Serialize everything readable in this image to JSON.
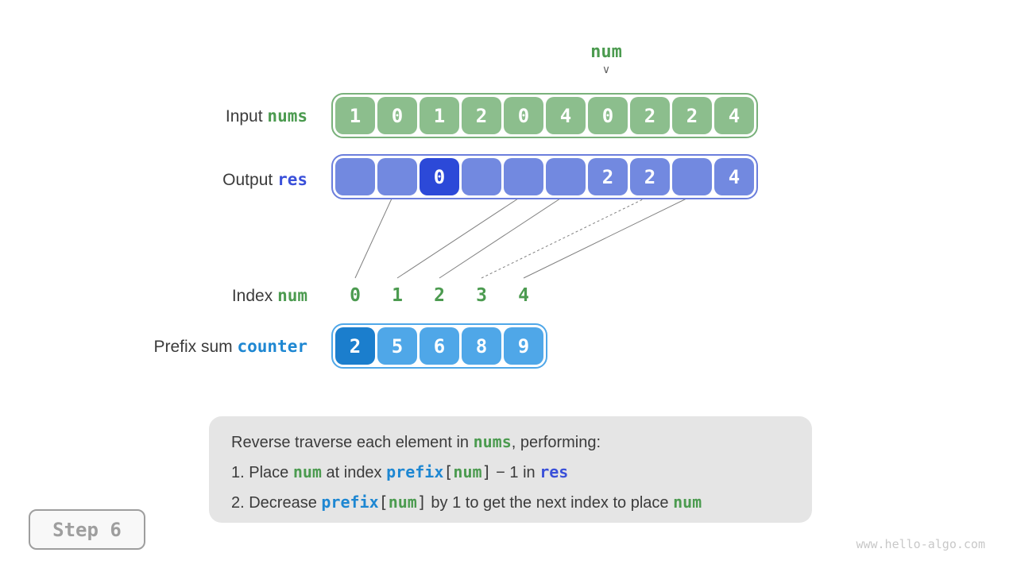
{
  "colors": {
    "ink": "#3B3B3B",
    "green-fill": "#8CBE8D",
    "green-border": "#79B17B",
    "green-text": "#4C9B50",
    "blue-fill": "#7289E0",
    "blue-border": "#6B7EDC",
    "blue-hl": "#2C49D8",
    "royal-text": "#3A50D9",
    "cyan-fill": "#4FA7E8",
    "cyan-hl": "#1B7ECD",
    "cyan-text": "#1E87D2",
    "line": "#808080",
    "note-bg": "#E5E5E5",
    "badge": "#9E9E9E",
    "watermark": "#C8C8C8"
  },
  "pointer": {
    "label": "num",
    "arrow_glyph": "∨"
  },
  "rows": {
    "input": {
      "label_plain": "Input",
      "label_code": "nums",
      "values": [
        "1",
        "0",
        "1",
        "2",
        "0",
        "4",
        "0",
        "2",
        "2",
        "4"
      ]
    },
    "output": {
      "label_plain": "Output",
      "label_code": "res",
      "values": [
        "",
        "",
        "0",
        "",
        "",
        "",
        "2",
        "2",
        "",
        "4"
      ],
      "highlight_index": 2
    },
    "index": {
      "label_plain": "Index",
      "label_code": "num",
      "values": [
        "0",
        "1",
        "2",
        "3",
        "4"
      ]
    },
    "prefix": {
      "label_plain": "Prefix sum",
      "label_code": "counter",
      "values": [
        "2",
        "5",
        "6",
        "8",
        "9"
      ],
      "highlight_index": 0
    }
  },
  "connectors": [
    {
      "from_index": 0,
      "to_output_index": 1,
      "dashed": false
    },
    {
      "from_index": 1,
      "to_output_index": 4,
      "dashed": false
    },
    {
      "from_index": 2,
      "to_output_index": 5,
      "dashed": false
    },
    {
      "from_index": 3,
      "to_output_index": 7,
      "dashed": true
    },
    {
      "from_index": 4,
      "to_output_index": 8,
      "dashed": false
    }
  ],
  "note": {
    "lines": [
      [
        {
          "kind": "plain",
          "text": "Reverse traverse each element in "
        },
        {
          "kind": "green",
          "text": "nums"
        },
        {
          "kind": "plain",
          "text": ", performing:"
        }
      ],
      [
        {
          "kind": "plain",
          "text": "1. Place "
        },
        {
          "kind": "green",
          "text": "num"
        },
        {
          "kind": "plain",
          "text": " at index "
        },
        {
          "kind": "blue",
          "text": "prefix"
        },
        {
          "kind": "bracket",
          "text": "["
        },
        {
          "kind": "green",
          "text": "num"
        },
        {
          "kind": "bracket",
          "text": "]"
        },
        {
          "kind": "plain",
          "text": " − 1 in "
        },
        {
          "kind": "royal",
          "text": "res"
        }
      ],
      [
        {
          "kind": "plain",
          "text": "2. Decrease "
        },
        {
          "kind": "blue",
          "text": "prefix"
        },
        {
          "kind": "bracket",
          "text": "["
        },
        {
          "kind": "green",
          "text": "num"
        },
        {
          "kind": "bracket",
          "text": "]"
        },
        {
          "kind": "plain",
          "text": " by 1 to get the next index to place "
        },
        {
          "kind": "green",
          "text": "num"
        }
      ]
    ]
  },
  "step_badge": "Step 6",
  "watermark": "www.hello-algo.com"
}
